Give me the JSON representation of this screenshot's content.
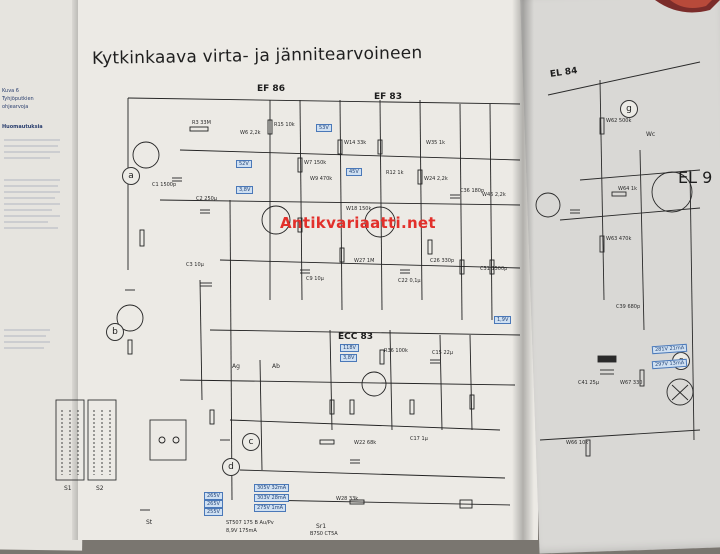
{
  "document": {
    "title": "Kytkinkaava virta- ja jännitearvoineen",
    "watermark": "Antikvariaatti.net"
  },
  "tubes": [
    "EF 86",
    "EF 83",
    "ECC 83",
    "EL 84",
    "EL 9"
  ],
  "circle_markers": [
    "a",
    "b",
    "c",
    "d",
    "g",
    "c"
  ],
  "component_labels": {
    "resistors": [
      "R3 33M",
      "W6 2,2k",
      "R15 10k",
      "W7 150k",
      "W9 470k",
      "W14 33k",
      "W18 150k",
      "R12 1k",
      "W24 2,2k",
      "W35 1k",
      "R36 100k",
      "W46 2,2k",
      "W62 500k",
      "W64 1k",
      "W63 470k",
      "W67 330",
      "W66 10k",
      "W27 1M",
      "W28 33k",
      "W22 68k"
    ],
    "capacitors": [
      "C1 1500p",
      "C2 250µ",
      "C3 10µ",
      "C9 10µ",
      "C22 0,1µ",
      "C26 330p",
      "C31 1500p",
      "C36 180p",
      "C39 680p",
      "C41 25µ",
      "C15 22µ",
      "C17 1µ"
    ],
    "supply_boxes": [
      "281V 21mA",
      "297V 13mA",
      "265V",
      "265V",
      "255V",
      "305V 32mA",
      "303V 28mA",
      "275V 1mA",
      "118V",
      "3,8V",
      "52V",
      "45V",
      "53V",
      "3,8V",
      "1,9V"
    ],
    "terminals": [
      "Ag",
      "Ab",
      "Wc",
      "St",
      "Sr1",
      "S1",
      "S2"
    ],
    "bottom_notes": [
      "ST507 175 B Au/Pv",
      "8,9V 175mA",
      "B7S0 CT5A"
    ]
  },
  "sidebar_left": {
    "labels": [
      "Kuva 6",
      "Tyhjöputkien",
      "ohjearvoja",
      "Huomautuksia"
    ]
  },
  "colors": {
    "paper": "#eceae5",
    "ink": "#1d1d1d",
    "annotation_blue": "#4a78b8",
    "watermark_red": "#e2302b"
  }
}
